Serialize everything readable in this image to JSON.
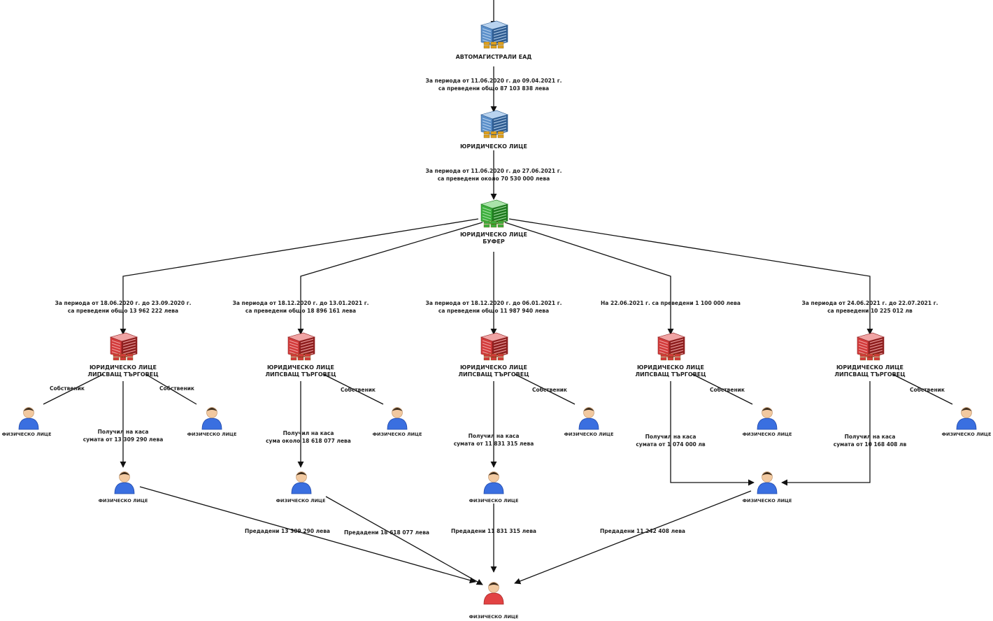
{
  "top_label": "АВТОМАГИСТРАЛИ ЕАД",
  "legal_entity_label": "ЮРИДИЧЕСКО ЛИЦЕ",
  "buffer_label": "ЮРИДИЧЕСКО ЛИЦЕ\nБУФЕР",
  "transfer_1": "За периода от 11.06.2020 г. до 09.04.2021 г.\nса преведени общо 87 103 838 лева",
  "transfer_2": "За периода от 11.06.2020 г. до 27.06.2021 г.\nса преведени около 70 530 000 лева",
  "branches": [
    {
      "transfer": "За периода от 18.06.2020 г. до 23.09.2020 г.\nса преведени общо 13 962 222 лева",
      "company": "ЮРИДИЧЕСКО ЛИЦЕ\nЛИПСВАЩ ТЪРГОВЕЦ",
      "owner_label": "Собственик",
      "owner2_label": "Собственик",
      "owner_person": "ФИЗИЧЕСКО ЛИЦЕ",
      "owner2_person": "ФИЗИЧЕСКО ЛИЦЕ",
      "cash": "Получил на каса\nсумата от 13 309 290 лева",
      "cash_person": "ФИЗИЧЕСКО ЛИЦЕ"
    },
    {
      "transfer": "За периода от 18.12.2020 г. до 13.01.2021 г.\nса преведени общо 18 896 161 лева",
      "company": "ЮРИДИЧЕСКО ЛИЦЕ\nЛИПСВАЩ ТЪРГОВЕЦ",
      "owner_label": "Собственик",
      "owner_person": "ФИЗИЧЕСКО ЛИЦЕ",
      "cash": "Получил на каса\nсума около 18 618 077 лева",
      "cash_person": "ФИЗИЧЕСКО ЛИЦЕ"
    },
    {
      "transfer": "За периода от 18.12.2020 г. до 06.01.2021 г.\nса преведени общо 11 987 940 лева",
      "company": "ЮРИДИЧЕСКО ЛИЦЕ\nЛИПСВАЩ ТЪРГОВЕЦ",
      "owner_label": "Собственик",
      "owner_person": "ФИЗИЧЕСКО ЛИЦЕ",
      "cash": "Получил на каса\nсумата от 11 831 315 лева",
      "cash_person": "ФИЗИЧЕСКО ЛИЦЕ"
    },
    {
      "transfer": "На 22.06.2021 г. са преведени 1 100 000 лева",
      "company": "ЮРИДИЧЕСКО ЛИЦЕ\nЛИПСВАЩ ТЪРГОВЕЦ",
      "owner_label": "Собственик",
      "owner_person": "ФИЗИЧЕСКО ЛИЦЕ",
      "cash": "Получил на каса\nсумата от 1 074 000 лв"
    },
    {
      "transfer": "За периода от 24.06.2021 г. до 22.07.2021 г.\nса преведени 10 225 012 лв",
      "company": "ЮРИДИЧЕСКО ЛИЦЕ\nЛИПСВАЩ ТЪРГОВЕЦ",
      "owner_label": "Собственик",
      "owner_person": "ФИЗИЧЕСКО ЛИЦЕ",
      "cash": "Получил на каса\nсумата от 10 168 408 лв"
    }
  ],
  "shared_cash_person": "ФИЗИЧЕСКО ЛИЦЕ",
  "handovers": [
    "Предадени  13 309 290 лева",
    "Предадени 18 618 077 лева",
    "Предадени 11 831 315 лева",
    "Предадени 11 242 408 лева"
  ],
  "final_person": "ФИЗИЧЕСКО ЛИЦЕ",
  "colors": {
    "blue_entity": "#5b8fc9",
    "gold": "#e0a21f",
    "green_entity": "#3cae3c",
    "red_entity": "#d23b3b",
    "person_blue": "#3a6fe0",
    "person_red": "#e24343",
    "line": "#111111"
  }
}
